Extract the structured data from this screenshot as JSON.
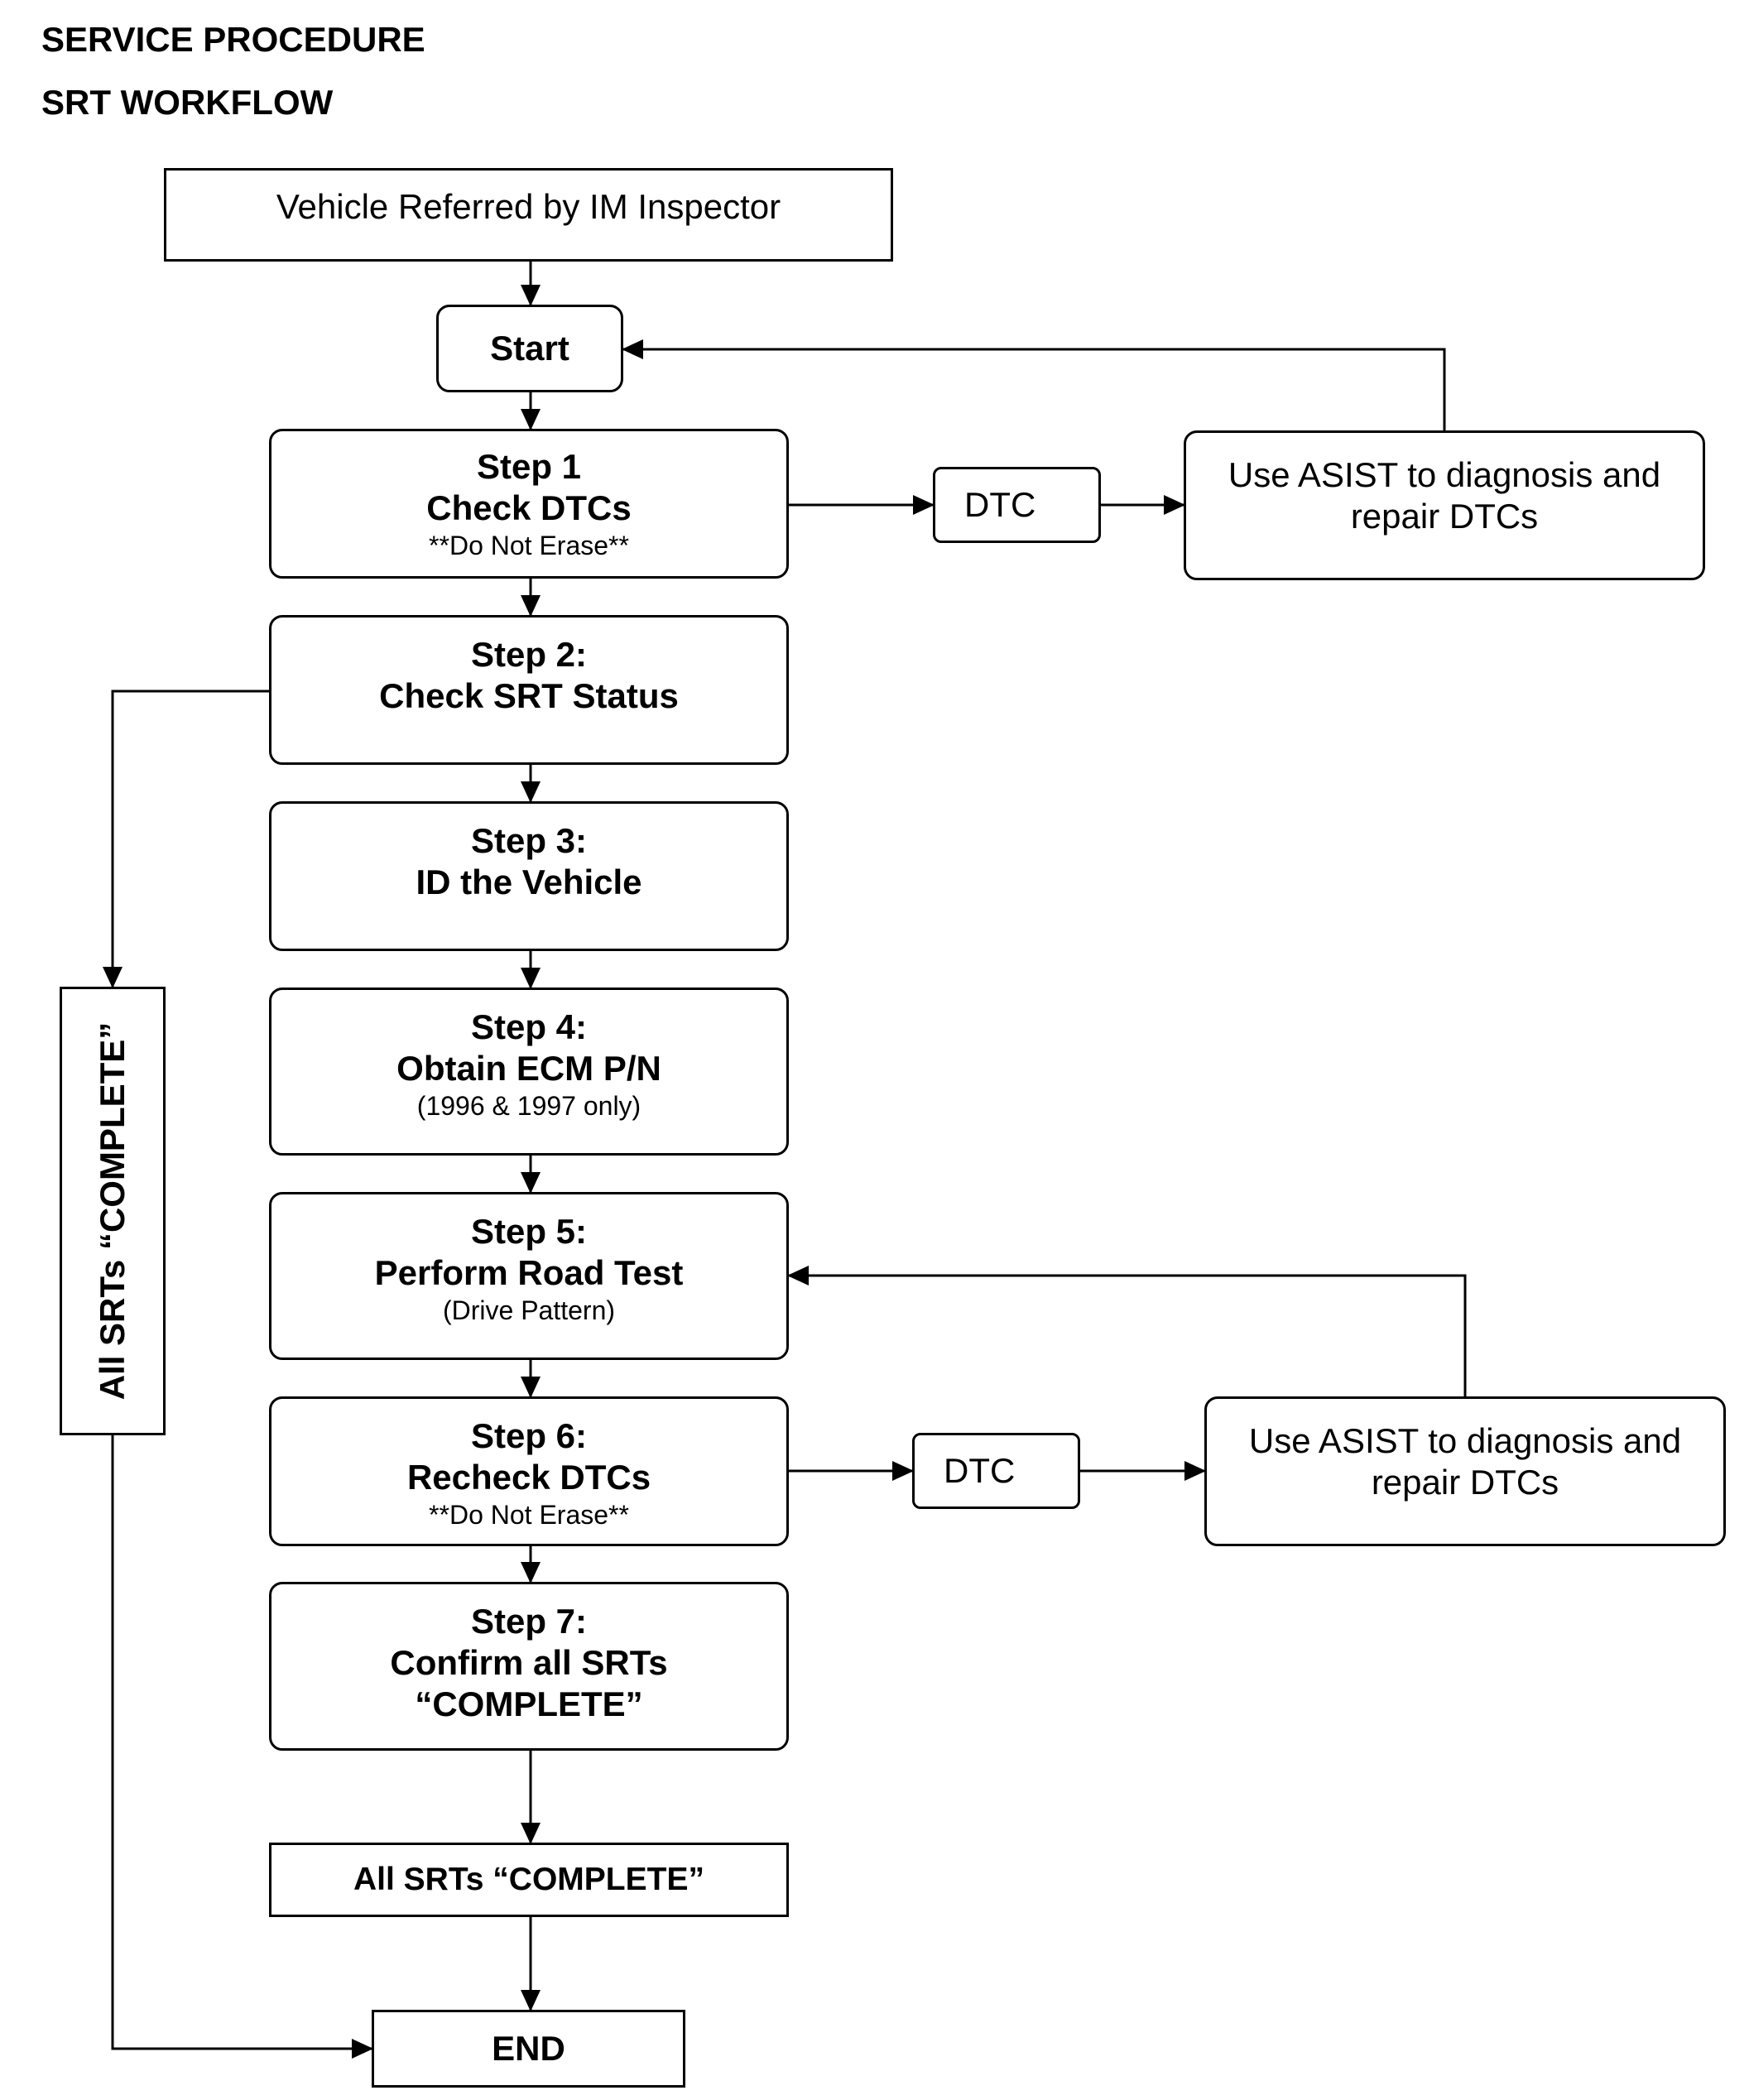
{
  "header": {
    "section": "SERVICE PROCEDURE",
    "title": "SRT WORKFLOW"
  },
  "flow": {
    "referral": "Vehicle Referred by IM Inspector",
    "start": "Start",
    "step1": {
      "step": "Step 1",
      "name": "Check DTCs",
      "note": "**Do Not Erase**"
    },
    "step2": {
      "step": "Step 2:",
      "name": "Check SRT Status"
    },
    "step3": {
      "step": "Step 3:",
      "name": "ID the Vehicle"
    },
    "step4": {
      "step": "Step 4:",
      "name": "Obtain ECM P/N",
      "note": "(1996 & 1997 only)"
    },
    "step5": {
      "step": "Step 5:",
      "name": "Perform Road Test",
      "note": "(Drive Pattern)"
    },
    "step6": {
      "step": "Step 6:",
      "name": "Recheck DTCs",
      "note": "**Do Not Erase**"
    },
    "step7": {
      "step": "Step 7:",
      "name": "Confirm all SRTs",
      "name2": "“COMPLETE”"
    },
    "all_complete": "All SRTs “COMPLETE”",
    "all_complete_side": "All SRTs “COMPLETE”",
    "end": "END",
    "dtc_upper": "DTC",
    "dtc_lower": "DTC",
    "asist_upper": {
      "line1": "Use ASIST to diagnosis and",
      "line2": "repair DTCs"
    },
    "asist_lower": {
      "line1": "Use ASIST to diagnosis and",
      "line2": "repair DTCs"
    }
  }
}
